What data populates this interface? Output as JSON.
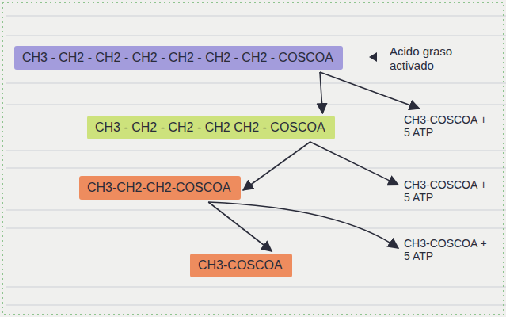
{
  "diagram": {
    "nodes": [
      {
        "text": [
          "CH3 - CH2 - CH2 - CH2 - CH2 - CH2 - CH2 - COSCOA"
        ]
      },
      {
        "text": [
          "CH3 - CH2 - CH2 - CH2 CH2 - COSCOA"
        ]
      },
      {
        "text": [
          "CH3-COSCOA + 5 ATP"
        ]
      },
      {
        "text": [
          "CH3-CH2-CH2-COSCOA"
        ]
      },
      {
        "text": [
          "CH3-COSCOA + 5 ATP"
        ]
      },
      {
        "text": [
          "CH3-COSCOA"
        ]
      },
      {
        "text": [
          "CH3-COSCOA + 5 ATP"
        ]
      }
    ],
    "edges": [
      {
        "from": 0,
        "to": 1,
        "arrow": "to"
      },
      {
        "from": 0,
        "to": 2,
        "arrow": "to"
      },
      {
        "from": 1,
        "to": 3,
        "arrow": "to"
      },
      {
        "from": 1,
        "to": 4,
        "arrow": "to"
      },
      {
        "from": 3,
        "to": 5,
        "arrow": "to"
      },
      {
        "from": 3,
        "to": 6,
        "arrow": "to"
      }
    ],
    "labels": [
      "Acido graso activado"
    ]
  }
}
